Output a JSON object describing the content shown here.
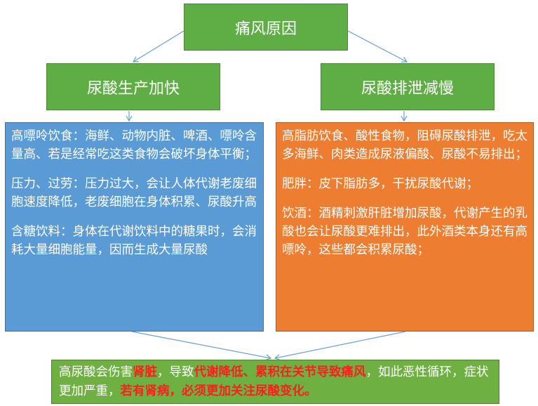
{
  "top": {
    "title": "痛风原因"
  },
  "left": {
    "title": "尿酸生产加快",
    "items": [
      "高嘌呤饮食：海鲜、动物内脏、啤酒、嘌呤含量高、若是经常吃这类食物会破坏身体平衡；",
      "压力、过劳：压力过大，会让人体代谢老废细胞速度降低，老废细胞在身体积累、尿酸升高",
      "含糖饮料：身体在代谢饮料中的糖果时，会消耗大量细胞能量，因而生成大量尿酸"
    ]
  },
  "right": {
    "title": "尿酸排泄减慢",
    "items": [
      "高脂肪饮食、酸性食物，阻碍尿酸排泄，吃太多海鲜、肉类造成尿液偏酸、尿酸不易排出；",
      "肥胖：皮下脂肪多，干扰尿酸代谢；",
      "饮酒：酒精刺激肝脏增加尿酸，代谢产生的乳酸也会让尿酸更难排出，此外酒类本身还有高嘌呤，这些都会积累尿酸；"
    ]
  },
  "bottom": {
    "part1": "高尿酸会伤害",
    "hl1": "肾脏",
    "part2": "，导致",
    "hl2": "代谢降低、累积在关节导致痛风",
    "part3": "，如此恶性循环，症状更加严重，",
    "hl3": "若有肾病，必须更加关注尿酸变化。"
  },
  "colors": {
    "green": "#5fae45",
    "blue": "#5b9bd5",
    "orange": "#ed7d31",
    "highlight": "#ff1e1e",
    "arrow": "#6a9fd4"
  }
}
